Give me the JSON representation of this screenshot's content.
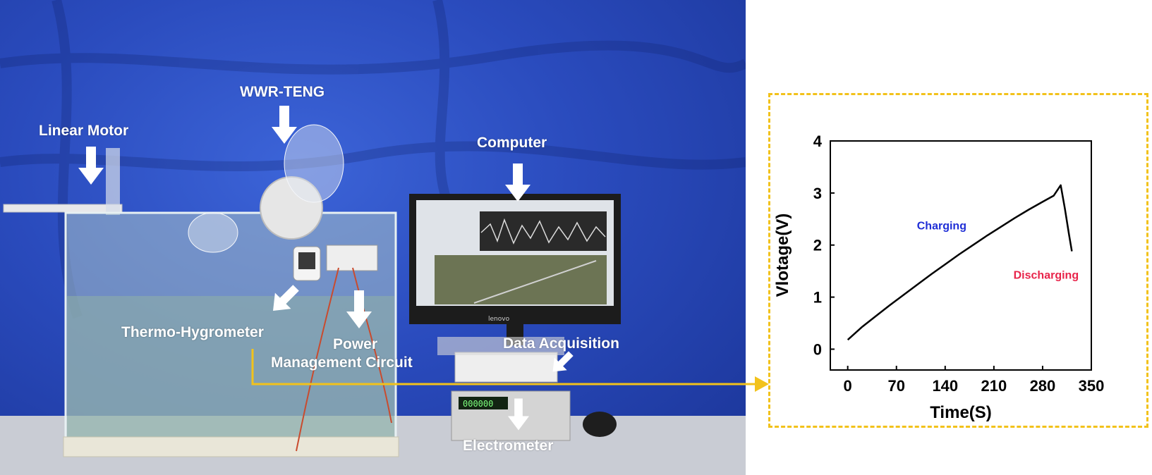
{
  "photo": {
    "labels": {
      "linear_motor": "Linear Motor",
      "wwr_teng": "WWR-TENG",
      "computer": "Computer",
      "thermo_hygrometer": "Thermo-Hygrometer",
      "power_line1": "Power",
      "power_line2": "Management Circuit",
      "data_acquisition": "Data Acquisition",
      "electrometer": "Electrometer"
    },
    "monitor_brand": "lenovo",
    "electrometer_display": "000000"
  },
  "colors": {
    "frame": "#f2c21b",
    "charging": "#1f2ed6",
    "discharging": "#e8244a",
    "curve": "#000000"
  },
  "chart_data": {
    "type": "line",
    "xlabel": "Time(S)",
    "ylabel": "Vlotage(V)",
    "xlim": [
      -25,
      350
    ],
    "ylim": [
      -0.4,
      4
    ],
    "xticks": [
      0,
      70,
      140,
      210,
      280,
      350
    ],
    "yticks": [
      0,
      1,
      2,
      3,
      4
    ],
    "grid": false,
    "annotations": [
      {
        "text": "Charging",
        "x": 135,
        "y": 2.3,
        "color": "#1f2ed6"
      },
      {
        "text": "Discharging",
        "x": 285,
        "y": 1.35,
        "color": "#e8244a"
      }
    ],
    "series": [
      {
        "x": [
          0,
          20,
          40,
          60,
          80,
          100,
          120,
          140,
          160,
          180,
          200,
          220,
          240,
          260,
          280,
          296,
          306,
          312,
          318,
          322
        ],
        "y": [
          0.18,
          0.42,
          0.63,
          0.84,
          1.04,
          1.24,
          1.44,
          1.63,
          1.82,
          2.0,
          2.18,
          2.35,
          2.52,
          2.68,
          2.83,
          2.95,
          3.15,
          2.7,
          2.2,
          1.88
        ]
      }
    ]
  }
}
